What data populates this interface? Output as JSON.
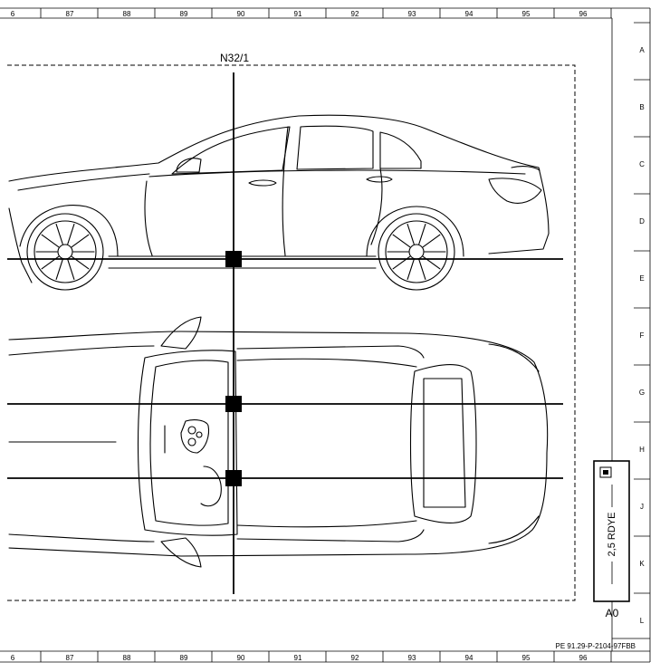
{
  "grid": {
    "columns": [
      "6",
      "87",
      "88",
      "89",
      "90",
      "91",
      "92",
      "93",
      "94",
      "95",
      "96"
    ],
    "rows": [
      "A",
      "B",
      "C",
      "D",
      "E",
      "F",
      "G",
      "H",
      "J",
      "K",
      "L"
    ]
  },
  "component_label": "N32/1",
  "info_box": {
    "icon": "info-icon",
    "text": "2,5 RDYE",
    "code": "A0"
  },
  "document_ref": "PE 91.29-P-2104-97FBB"
}
